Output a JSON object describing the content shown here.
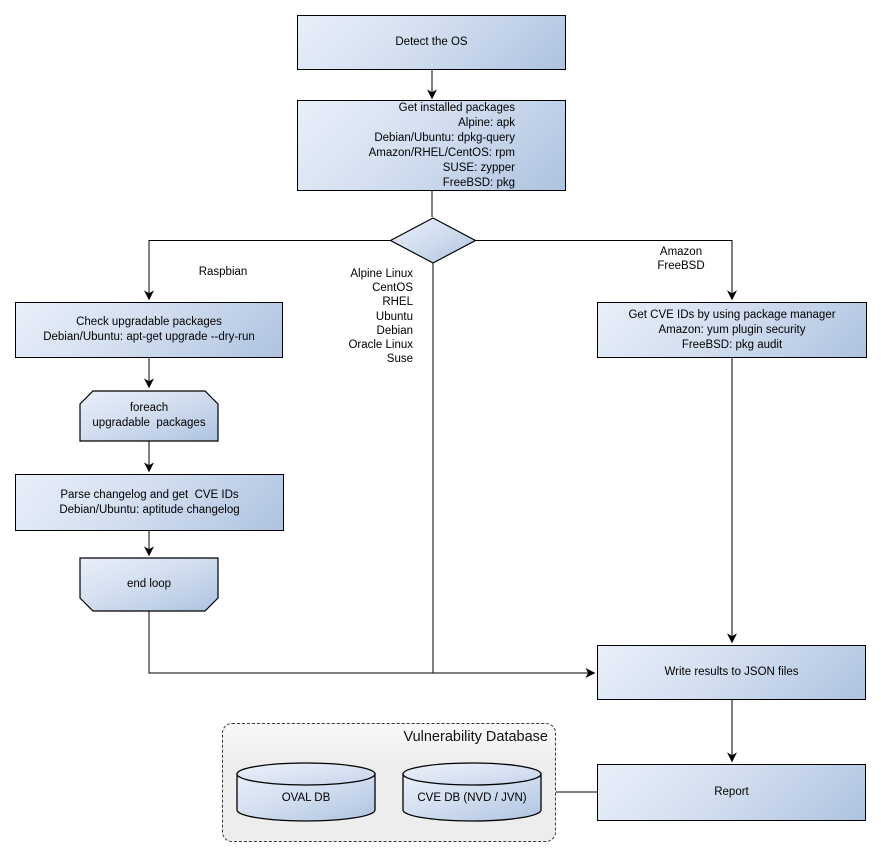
{
  "colors": {
    "node_fill_light": "#e9effa",
    "node_fill_dark": "#aec3e0",
    "node_border": "#000000",
    "connector": "#000000",
    "group_fill": "#ededee",
    "group_border": "#3a3a3a",
    "text": "#000000"
  },
  "nodes": {
    "detect_os": {
      "label": "Detect the OS"
    },
    "get_installed_packages": {
      "lines": [
        "Get installed packages",
        "Alpine: apk",
        "Debian/Ubuntu: dpkg-query",
        "Amazon/RHEL/CentOS: rpm",
        "SUSE: zypper",
        "FreeBSD: pkg"
      ]
    },
    "check_upgradable": {
      "lines": [
        "Check upgradable packages",
        "Debian/Ubuntu: apt-get upgrade --dry-run"
      ]
    },
    "foreach_loop": {
      "lines": [
        "foreach",
        "upgradable  packages"
      ]
    },
    "parse_changelog": {
      "lines": [
        "Parse changelog and get  CVE IDs",
        "Debian/Ubuntu: aptitude changelog"
      ]
    },
    "end_loop": {
      "label": "end loop"
    },
    "get_cve_ids": {
      "lines": [
        "Get CVE IDs by using package manager",
        "Amazon: yum plugin security",
        "FreeBSD: pkg audit"
      ]
    },
    "write_results": {
      "label": "Write results to JSON files"
    },
    "report": {
      "label": "Report"
    }
  },
  "edge_labels": {
    "raspbian": "Raspbian",
    "os_list": [
      "Alpine Linux",
      "CentOS",
      "RHEL",
      "Ubuntu",
      "Debian",
      "Oracle Linux",
      "Suse"
    ],
    "amazon_freebsd": [
      "Amazon",
      "FreeBSD"
    ]
  },
  "database_group": {
    "title": "Vulnerability Database",
    "cylinders": [
      {
        "label": "OVAL DB"
      },
      {
        "label": "CVE DB (NVD / JVN)"
      }
    ]
  }
}
